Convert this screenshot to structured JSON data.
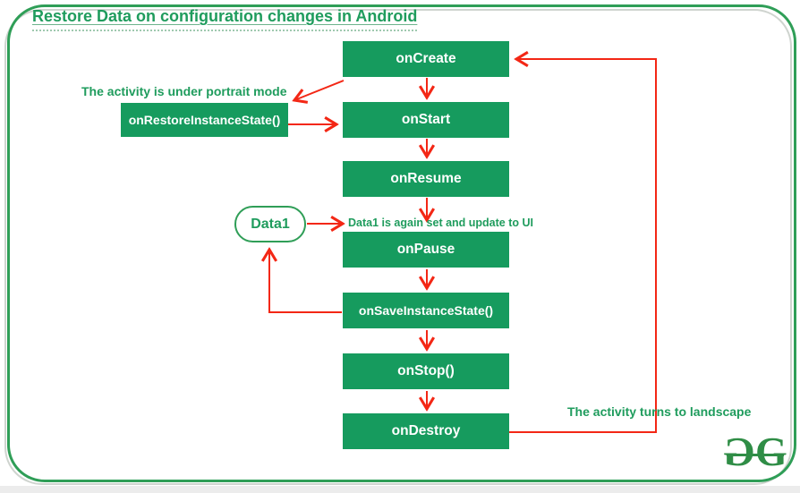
{
  "title": "Restore Data on configuration changes in Android",
  "diagram": {
    "nodes": [
      {
        "id": "onCreate",
        "label": "onCreate"
      },
      {
        "id": "onStart",
        "label": "onStart"
      },
      {
        "id": "onResume",
        "label": "onResume"
      },
      {
        "id": "onPause",
        "label": "onPause"
      },
      {
        "id": "onSaveInstanceState",
        "label": "onSaveInstanceState()"
      },
      {
        "id": "onStop",
        "label": "onStop()"
      },
      {
        "id": "onDestroy",
        "label": "onDestroy"
      }
    ],
    "side_node": {
      "id": "onRestoreInstanceState",
      "label": "onRestoreInstanceState()"
    },
    "data_node": {
      "label": "Data1"
    },
    "annotations": {
      "portrait": "The activity is under portrait mode",
      "data_set": "Data1 is again set and update to UI",
      "landscape": "The activity turns to landscape"
    },
    "edges": [
      {
        "from": "onCreate",
        "to": "onStart"
      },
      {
        "from": "onStart",
        "to": "onResume"
      },
      {
        "from": "onResume",
        "to": "onPause",
        "label": "Data1 is again set and update to UI"
      },
      {
        "from": "onPause",
        "to": "onSaveInstanceState()"
      },
      {
        "from": "onSaveInstanceState()",
        "to": "onStop()"
      },
      {
        "from": "onStop()",
        "to": "onDestroy"
      },
      {
        "from": "onDestroy",
        "to": "onCreate",
        "label": "The activity turns to landscape"
      },
      {
        "from": "onCreate",
        "to": "onRestoreInstanceState()",
        "label": "The activity is under portrait mode"
      },
      {
        "from": "onRestoreInstanceState()",
        "to": "onStart"
      },
      {
        "from": "onSaveInstanceState()",
        "to": "Data1"
      },
      {
        "from": "Data1",
        "to": "onPause"
      }
    ]
  },
  "logo": {
    "left_glyph": "G",
    "right_glyph": "G"
  },
  "colors": {
    "node_green": "#169b5e",
    "text_green": "#1f9c5d",
    "border_green": "#2f9e57",
    "logo_green": "#2f8d46",
    "arrow_red": "#f32715",
    "border_shadow_gray": "#cfd4cf"
  }
}
